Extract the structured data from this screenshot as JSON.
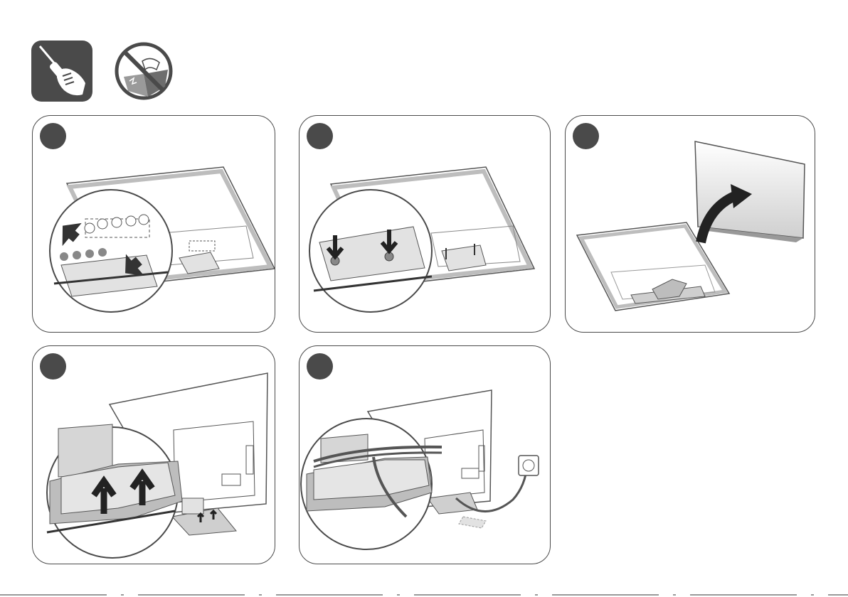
{
  "header": {
    "tool_icon": "screwdriver-hand-icon",
    "warning_icon": "no-touch-screen-icon"
  },
  "colors": {
    "dark": "#4a4a4a",
    "panel_border": "#4a4a4a",
    "tv_frame": "#bdbdbd",
    "stand": "#d6d6d6",
    "background": "#ffffff"
  },
  "steps": [
    {
      "id": 1,
      "icon": "attach-stand-screws-icon"
    },
    {
      "id": 2,
      "icon": "insert-screws-icon"
    },
    {
      "id": 3,
      "icon": "lift-tv-upright-icon"
    },
    {
      "id": 4,
      "icon": "push-cover-up-icon"
    },
    {
      "id": 5,
      "icon": "route-cable-to-outlet-icon"
    }
  ]
}
